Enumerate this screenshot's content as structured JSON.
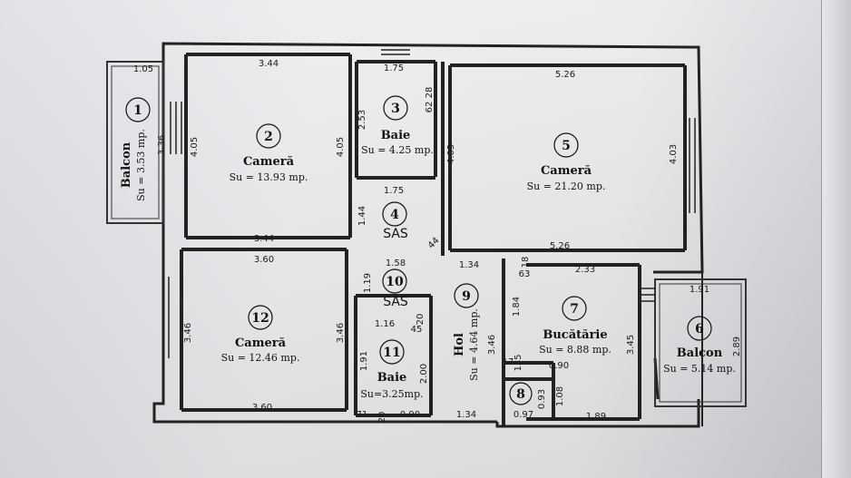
{
  "rooms": [
    {
      "number": "1",
      "name": "Balcon",
      "area": "Su = 3.53 mp."
    },
    {
      "number": "2",
      "name": "Cameră",
      "area": "Su = 13.93 mp."
    },
    {
      "number": "3",
      "name": "Baie",
      "area": "Su = 4.25 mp."
    },
    {
      "number": "4",
      "name": "SAS",
      "area": ""
    },
    {
      "number": "5",
      "name": "Cameră",
      "area": "Su = 21.20 mp."
    },
    {
      "number": "6",
      "name": "Balcon",
      "area": "Su = 5.14 mp."
    },
    {
      "number": "7",
      "name": "Bucătărie",
      "area": "Su = 8.88 mp."
    },
    {
      "number": "8",
      "name": "",
      "area": ""
    },
    {
      "number": "9",
      "name": "Hol",
      "area": "Su = 4.64 mp."
    },
    {
      "number": "10",
      "name": "SAS",
      "area": ""
    },
    {
      "number": "11",
      "name": "Baie",
      "area": "Su=3.25mp."
    },
    {
      "number": "12",
      "name": "Cameră",
      "area": "Su = 12.46 mp."
    }
  ],
  "dims": {
    "d105": "1.05",
    "d344a": "3.44",
    "d175a": "1.75",
    "d526a": "5.26",
    "d175b": "1.75",
    "d344b": "3.44",
    "d526b": "5.26",
    "d360a": "3.60",
    "d158": "1.58",
    "d134a": "1.34",
    "d233": "2.33",
    "d191": "1.91",
    "d116": "1.16",
    "d360b": "3.60",
    "d71": "71",
    "d090a": "0.90",
    "d134b": "1.34",
    "d090b": "0.90",
    "d097": "0.97",
    "d189": "1.89",
    "d336": "3.36",
    "d405a": "4.05",
    "d405b": "4.05",
    "d253": "2.53",
    "d62": "62",
    "d28": "28",
    "d403a": "4.03",
    "d403b": "4.03",
    "d144": "1.44",
    "d44": "44",
    "d119": "1.19",
    "d346a": "3.46",
    "d346b": "3.46",
    "d191v": "1.91",
    "d200": "2.00",
    "d20a": "20",
    "d45": "45",
    "d20b": "20",
    "d346c": "3.46",
    "d184": "1.84",
    "d18": "18",
    "d63": "63",
    "d345": "3.45",
    "d289": "2.89",
    "d135": "135",
    "d17": "17",
    "d093": "0.93",
    "d108": "1.08"
  }
}
